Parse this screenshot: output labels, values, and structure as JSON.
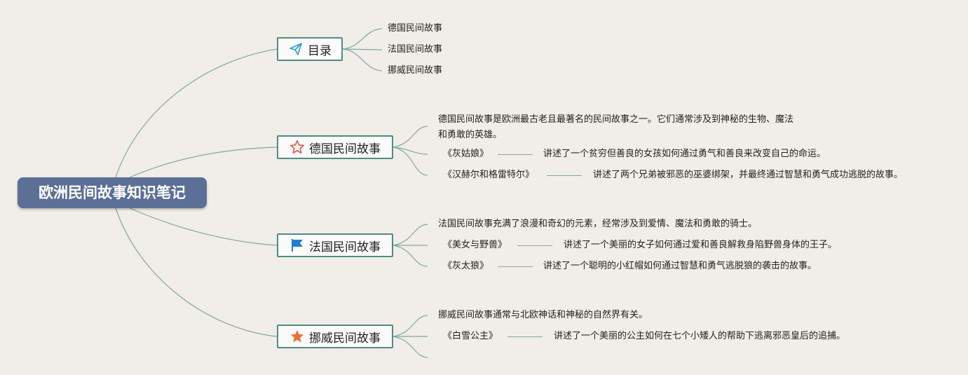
{
  "root": {
    "title": "欧洲民间故事知识笔记"
  },
  "branches": [
    {
      "label": "目录",
      "icon": "paper-plane-icon",
      "items": [
        "德国民间故事",
        "法国民间故事",
        "挪威民间故事"
      ]
    },
    {
      "label": "德国民间故事",
      "icon": "star-outline-icon",
      "intro": "德国民间故事是欧洲最古老且最著名的民间故事之一。它们通常涉及到神秘的生物、魔法和勇敢的英雄。",
      "stories": [
        {
          "title": "《灰姑娘》",
          "summary": "讲述了一个贫穷但善良的女孩如何通过勇气和善良来改变自己的命运。"
        },
        {
          "title": "《汉赫尔和格雷特尔》",
          "summary": "讲述了两个兄弟被邪恶的巫婆绑架，并最终通过智慧和勇气成功逃脱的故事。"
        }
      ]
    },
    {
      "label": "法国民间故事",
      "icon": "flag-icon",
      "intro": "法国民间故事充满了浪漫和奇幻的元素，经常涉及到爱情、魔法和勇敢的骑士。",
      "stories": [
        {
          "title": "《美女与野兽》",
          "summary": "讲述了一个美丽的女子如何通过爱和善良解救身陷野兽身体的王子。"
        },
        {
          "title": "《灰太狼》",
          "summary": "讲述了一个聪明的小红帽如何通过智慧和勇气逃脱狼的袭击的故事。"
        }
      ]
    },
    {
      "label": "挪威民间故事",
      "icon": "star-filled-icon",
      "intro": "挪威民间故事通常与北欧神话和神秘的自然界有关。",
      "stories": [
        {
          "title": "《白雪公主》",
          "summary": "讲述了一个美丽的公主如何在七个小矮人的帮助下逃离邪恶皇后的追捕。"
        }
      ]
    }
  ],
  "colors": {
    "root": "#5b6f97",
    "branch_border": "#4f8c84",
    "connector": "#7fa9a2",
    "background": "#f1ede8",
    "star_outline": "#e05a4a",
    "star_filled": "#e8723a",
    "flag": "#1f7fd0",
    "plane": "#2a9fd6"
  }
}
